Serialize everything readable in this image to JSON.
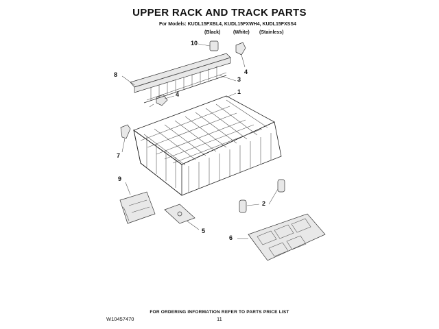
{
  "title": "UPPER RACK AND TRACK PARTS",
  "models_line": "For Models: KUDL15FXBL4, KUDL15FXWH4, KUDL15FXSS4",
  "colors": [
    "(Black)",
    "(White)",
    "(Stainless)"
  ],
  "callouts": {
    "c10": "10",
    "c8": "8",
    "c4a": "4",
    "c4b": "4",
    "c3": "3",
    "c1": "1",
    "c7": "7",
    "c9": "9",
    "c2": "2",
    "c5": "5",
    "c6": "6"
  },
  "footer": "FOR ORDERING INFORMATION REFER TO PARTS PRICE LIST",
  "doc_number": "W10457470",
  "page_number": "11"
}
